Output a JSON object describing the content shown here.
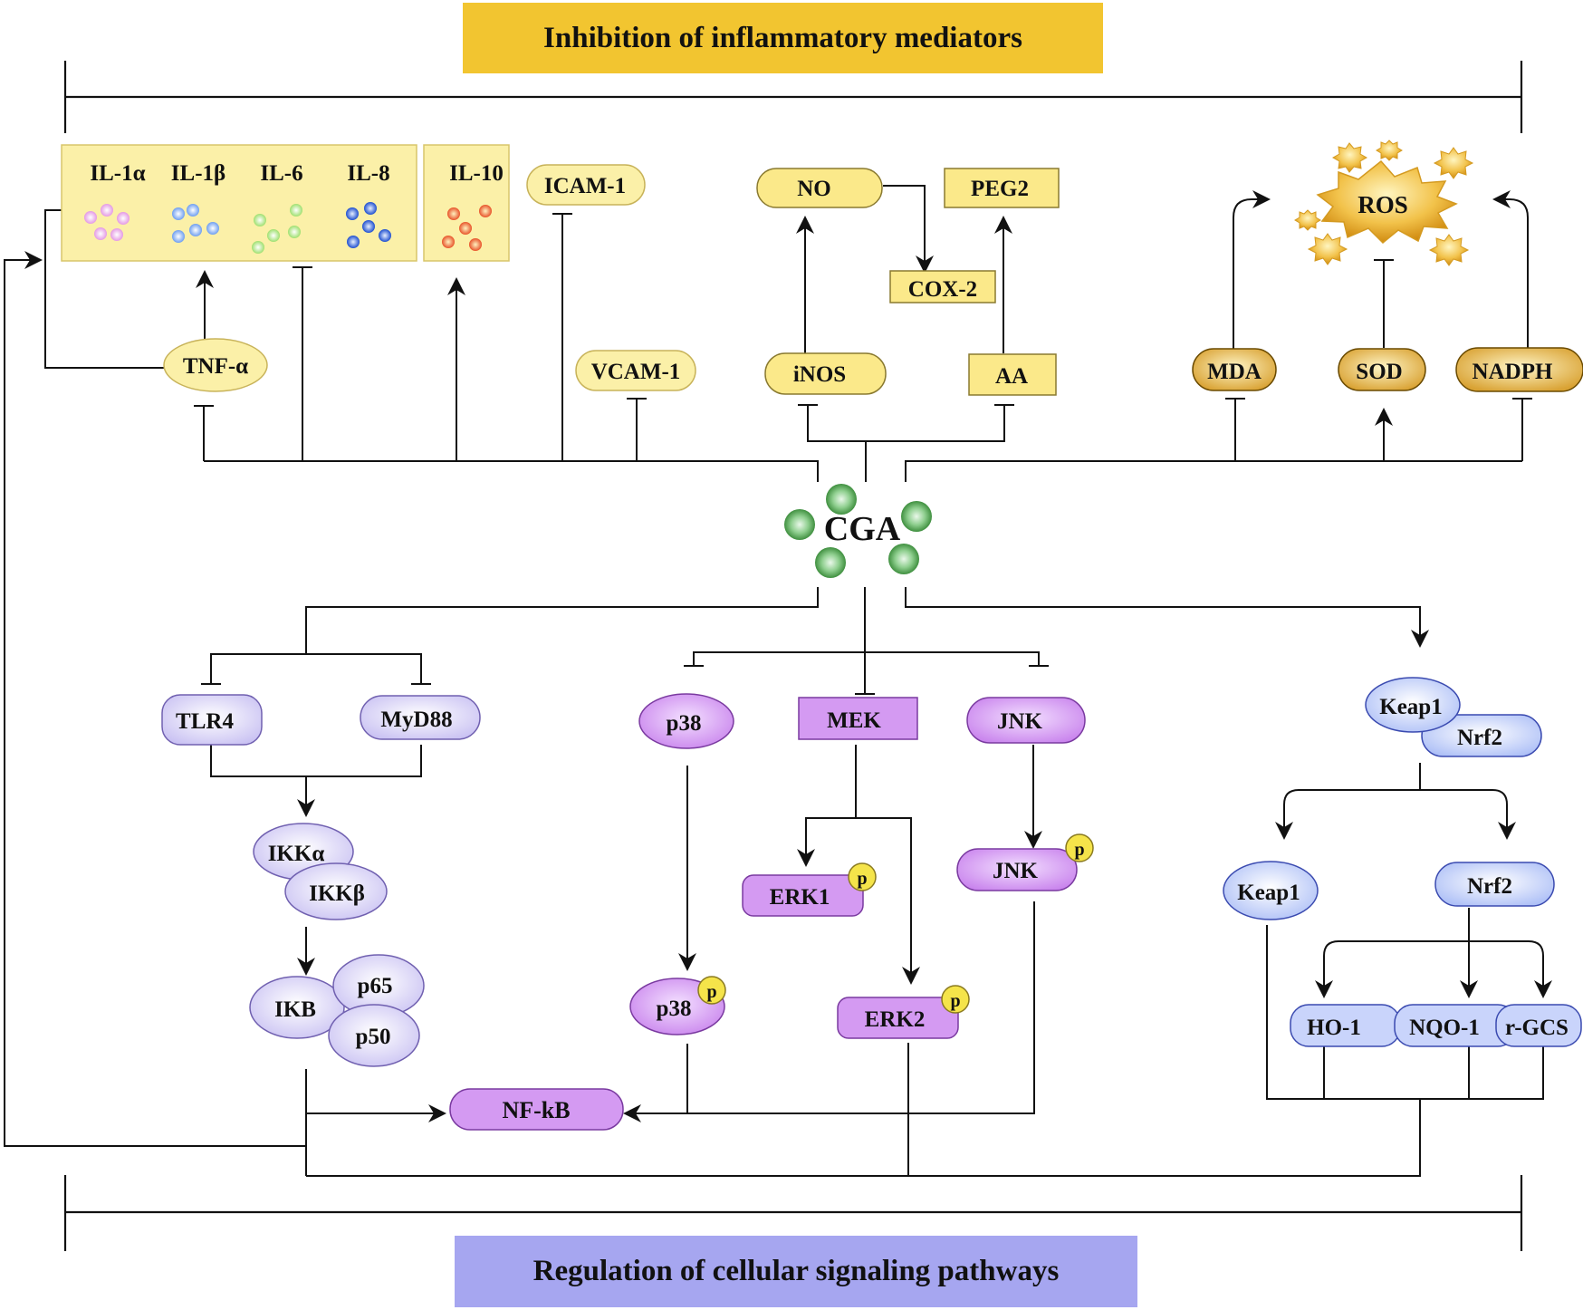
{
  "banners": {
    "top": "Inhibition of inflammatory mediators",
    "bottom": "Regulation of cellular signaling pathways"
  },
  "center": "CGA",
  "cytokines": {
    "il1a": "IL-1α",
    "il1b": "IL-1β",
    "il6": "IL-6",
    "il8": "IL-8",
    "il10": "IL-10"
  },
  "mediators": {
    "icam1": "ICAM-1",
    "vcam1": "VCAM-1",
    "tnfa": "TNF-α",
    "no": "NO",
    "peg2": "PEG2",
    "cox2": "COX-2",
    "inos": "iNOS",
    "aa": "AA"
  },
  "oxidative": {
    "ros": "ROS",
    "mda": "MDA",
    "sod": "SOD",
    "nadph": "NADPH"
  },
  "tlr_pathway": {
    "tlr4": "TLR4",
    "myd88": "MyD88",
    "ikka": "IKKα",
    "ikkb": "IKKβ",
    "ikb": "IKB",
    "p65": "p65",
    "p50": "p50",
    "nfkb": "NF-kB"
  },
  "mapk_pathway": {
    "p38": "p38",
    "mek": "MEK",
    "jnk": "JNK",
    "erk1": "ERK1",
    "erk2": "ERK2",
    "p38_phos": "p38",
    "jnk_phos": "JNK",
    "phospho_label": "p"
  },
  "nrf2_pathway": {
    "keap1_complex": "Keap1",
    "nrf2_complex": "Nrf2",
    "keap1": "Keap1",
    "nrf2": "Nrf2",
    "ho1": "HO-1",
    "nqo1": "NQO-1",
    "rgcs": "r-GCS"
  },
  "colors": {
    "banner_top": "#f2c530",
    "banner_bottom": "#a6a6f0",
    "yellow_box": "#fbf0a8",
    "yellow_node": "#fbe98a",
    "gold_node": "#e8b84a",
    "lavender_node": "#d8d2f8",
    "purple_node": "#d49af2",
    "blue_node": "#c9d4fb",
    "cga_dot": "#7fc37f"
  }
}
